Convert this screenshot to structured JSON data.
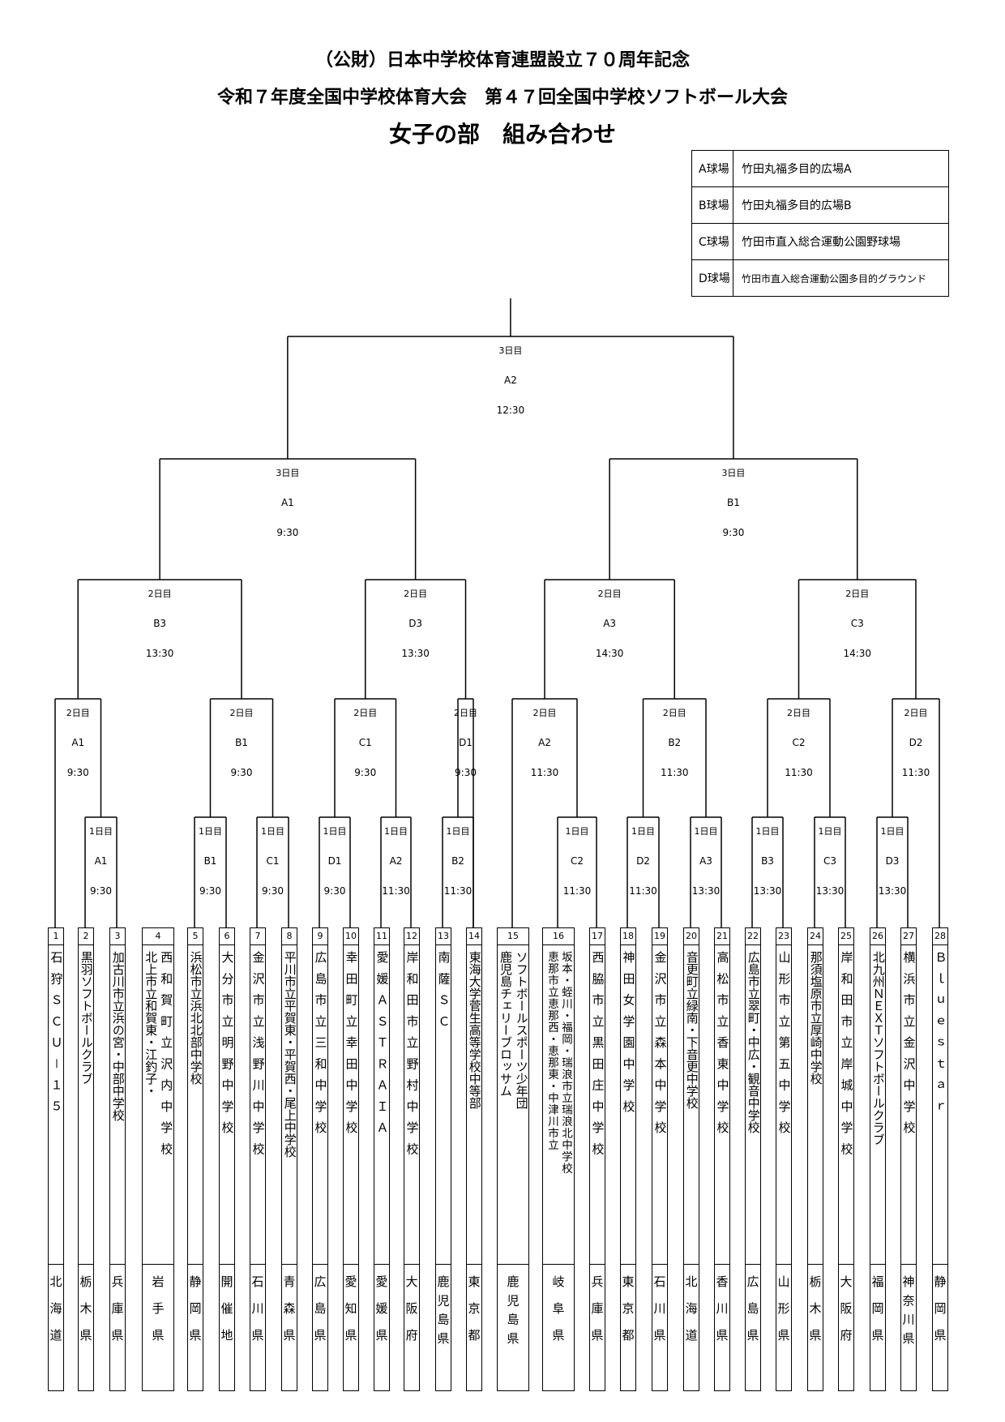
{
  "header": {
    "line1": "（公財）日本中学校体育連盟設立７０周年記念",
    "line2": "令和７年度全国中学校体育大会　第４７回全国中学校ソフトボール大会",
    "line3": "女子の部　組み合わせ"
  },
  "venues": [
    {
      "key": "A球場",
      "name": "竹田丸福多目的広場A"
    },
    {
      "key": "B球場",
      "name": "竹田丸福多目的広場B"
    },
    {
      "key": "C球場",
      "name": "竹田市直入総合運動公園野球場"
    },
    {
      "key": "D球場",
      "name": "竹田市直入総合運動公園多目的グラウンド"
    }
  ],
  "matches": {
    "final": {
      "day": "3日目",
      "court": "A2",
      "time": "12:30"
    },
    "sf1": {
      "day": "3日目",
      "court": "A1",
      "time": "9:30"
    },
    "sf2": {
      "day": "3日目",
      "court": "B1",
      "time": "9:30"
    },
    "qf1": {
      "day": "2日目",
      "court": "B3",
      "time": "13:30"
    },
    "qf2": {
      "day": "2日目",
      "court": "D3",
      "time": "13:30"
    },
    "qf3": {
      "day": "2日目",
      "court": "A3",
      "time": "14:30"
    },
    "qf4": {
      "day": "2日目",
      "court": "C3",
      "time": "14:30"
    },
    "r2_1": {
      "day": "2日目",
      "court": "A1",
      "time": "9:30"
    },
    "r2_2": {
      "day": "2日目",
      "court": "B1",
      "time": "9:30"
    },
    "r2_3": {
      "day": "2日目",
      "court": "C1",
      "time": "9:30"
    },
    "r2_4": {
      "day": "2日目",
      "court": "D1",
      "time": "9:30"
    },
    "r2_5": {
      "day": "2日目",
      "court": "A2",
      "time": "11:30"
    },
    "r2_6": {
      "day": "2日目",
      "court": "B2",
      "time": "11:30"
    },
    "r2_7": {
      "day": "2日目",
      "court": "C2",
      "time": "11:30"
    },
    "r2_8": {
      "day": "2日目",
      "court": "D2",
      "time": "11:30"
    },
    "r1_1": {
      "day": "1日目",
      "court": "A1",
      "time": "9:30"
    },
    "r1_2": {
      "day": "1日目",
      "court": "B1",
      "time": "9:30"
    },
    "r1_3": {
      "day": "1日目",
      "court": "C1",
      "time": "9:30"
    },
    "r1_4": {
      "day": "1日目",
      "court": "D1",
      "time": "9:30"
    },
    "r1_5": {
      "day": "1日目",
      "court": "A2",
      "time": "11:30"
    },
    "r1_6": {
      "day": "1日目",
      "court": "B2",
      "time": "11:30"
    },
    "r1_7": {
      "day": "1日目",
      "court": "C2",
      "time": "11:30"
    },
    "r1_8": {
      "day": "1日目",
      "court": "D2",
      "time": "11:30"
    },
    "r1_9": {
      "day": "1日目",
      "court": "A3",
      "time": "13:30"
    },
    "r1_10": {
      "day": "1日目",
      "court": "B3",
      "time": "13:30"
    },
    "r1_11": {
      "day": "1日目",
      "court": "C3",
      "time": "13:30"
    },
    "r1_12": {
      "day": "1日目",
      "court": "D3",
      "time": "13:30"
    }
  },
  "teams": [
    {
      "no": "1",
      "lines": [
        "石狩ＳＣＵ－１５"
      ],
      "pref": "北海道"
    },
    {
      "no": "2",
      "lines": [
        "黒羽ソフトボールクラブ"
      ],
      "pref": "栃木県"
    },
    {
      "no": "3",
      "lines": [
        "加古川市立浜の宮・中部中学校"
      ],
      "pref": "兵庫県"
    },
    {
      "no": "4",
      "lines": [
        "北上市立和賀東・江釣子・",
        "西和賀町立沢内中学校"
      ],
      "pref": "岩手県"
    },
    {
      "no": "5",
      "lines": [
        "浜松市立浜北北部中学校"
      ],
      "pref": "静岡県"
    },
    {
      "no": "6",
      "lines": [
        "大分市立明野中学校"
      ],
      "pref": "開催地"
    },
    {
      "no": "7",
      "lines": [
        "金沢市立浅野川中学校"
      ],
      "pref": "石川県"
    },
    {
      "no": "8",
      "lines": [
        "平川市立平賀東・平賀西・尾上中学校"
      ],
      "pref": "青森県"
    },
    {
      "no": "9",
      "lines": [
        "広島市立三和中学校"
      ],
      "pref": "広島県"
    },
    {
      "no": "10",
      "lines": [
        "幸田町立幸田中学校"
      ],
      "pref": "愛知県"
    },
    {
      "no": "11",
      "lines": [
        "愛媛ＡＳＴＲＡＩＡ"
      ],
      "pref": "愛媛県"
    },
    {
      "no": "12",
      "lines": [
        "岸和田市立野村中学校"
      ],
      "pref": "大阪府"
    },
    {
      "no": "13",
      "lines": [
        "南薩ＳＣ"
      ],
      "pref": "鹿児島県"
    },
    {
      "no": "14",
      "lines": [
        "東海大学菅生高等学校中等部"
      ],
      "pref": "東京都"
    },
    {
      "no": "15",
      "lines": [
        "鹿児島チェリーブロッサム",
        "ソフトボールスポーツ少年団"
      ],
      "pref": "鹿児島県"
    },
    {
      "no": "16",
      "lines": [
        "恵那市立恵那西・恵那東・中津川市立",
        "坂本・蛭川・福岡・瑞浪市立瑞浪北中学校"
      ],
      "pref": "岐阜県"
    },
    {
      "no": "17",
      "lines": [
        "西脇市立黒田庄中学校"
      ],
      "pref": "兵庫県"
    },
    {
      "no": "18",
      "lines": [
        "神田女学園中学校"
      ],
      "pref": "東京都"
    },
    {
      "no": "19",
      "lines": [
        "金沢市立森本中学校"
      ],
      "pref": "石川県"
    },
    {
      "no": "20",
      "lines": [
        "音更町立緑南・下音更中学校"
      ],
      "pref": "北海道"
    },
    {
      "no": "21",
      "lines": [
        "高松市立香東中学校"
      ],
      "pref": "香川県"
    },
    {
      "no": "22",
      "lines": [
        "広島市立翠町・中広・観音中学校"
      ],
      "pref": "広島県"
    },
    {
      "no": "23",
      "lines": [
        "山形市立第五中学校"
      ],
      "pref": "山形県"
    },
    {
      "no": "24",
      "lines": [
        "那須塩原市立厚崎中学校"
      ],
      "pref": "栃木県"
    },
    {
      "no": "25",
      "lines": [
        "岸和田市立岸城中学校"
      ],
      "pref": "大阪府"
    },
    {
      "no": "26",
      "lines": [
        "北九州ＮＥＸＴソフトボールクラブ"
      ],
      "pref": "福岡県"
    },
    {
      "no": "27",
      "lines": [
        "横浜市立金沢中学校"
      ],
      "pref": "神奈川県"
    },
    {
      "no": "28",
      "lines": [
        "Ｂｌｕｅｓｔａｒ"
      ],
      "pref": "静岡県"
    }
  ]
}
